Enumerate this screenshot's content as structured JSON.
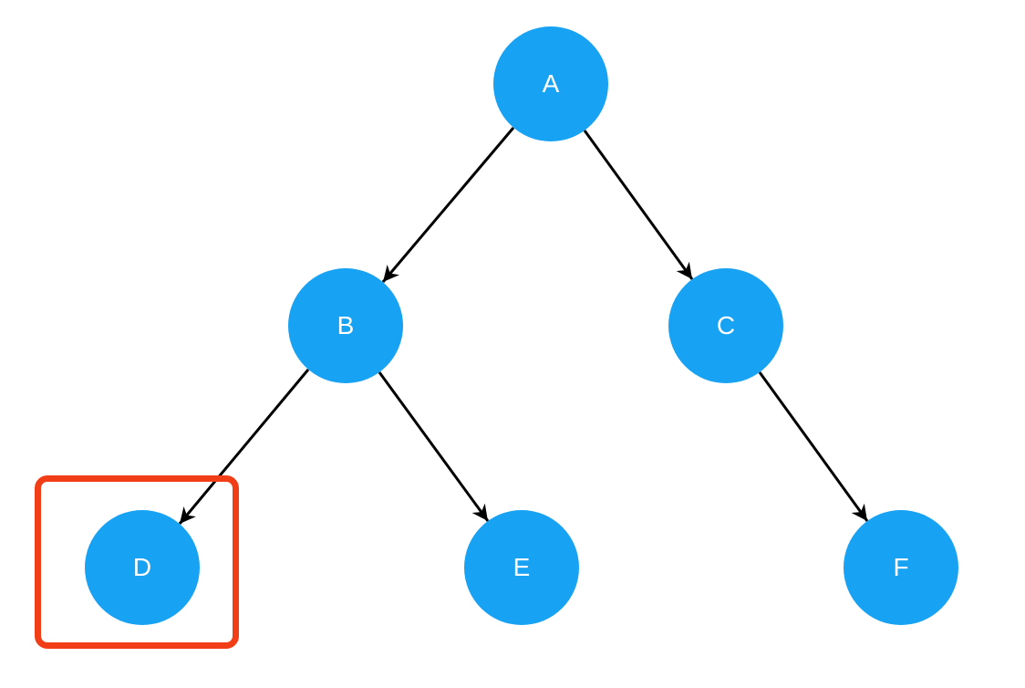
{
  "diagram": {
    "type": "tree",
    "background": "#FFFFFF",
    "nodes": [
      {
        "id": "A",
        "label": "A",
        "level": 0,
        "highlighted": false
      },
      {
        "id": "B",
        "label": "B",
        "level": 1,
        "highlighted": false
      },
      {
        "id": "C",
        "label": "C",
        "level": 1,
        "highlighted": false
      },
      {
        "id": "D",
        "label": "D",
        "level": 2,
        "highlighted": true
      },
      {
        "id": "E",
        "label": "E",
        "level": 2,
        "highlighted": false
      },
      {
        "id": "F",
        "label": "F",
        "level": 2,
        "highlighted": false
      }
    ],
    "edges": [
      {
        "from": "A",
        "to": "B",
        "arrow": "classic"
      },
      {
        "from": "A",
        "to": "C",
        "arrow": "classic"
      },
      {
        "from": "B",
        "to": "D",
        "arrow": "classic"
      },
      {
        "from": "B",
        "to": "E",
        "arrow": "classic"
      },
      {
        "from": "C",
        "to": "F",
        "arrow": "classic"
      }
    ],
    "highlighted_node": "D",
    "colors": {
      "node_fill": "#18A2F3",
      "node_label": "#FFFFFF",
      "edge": "#000000",
      "highlight_box": "#F23E16",
      "background": "#FFFFFF"
    }
  }
}
